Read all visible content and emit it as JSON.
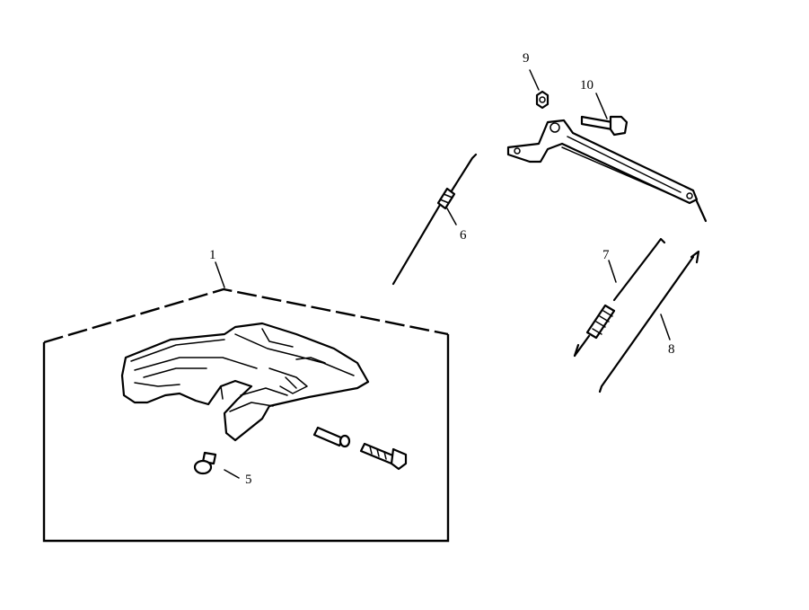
{
  "callouts": {
    "c1": "1",
    "c5": "5",
    "c6": "6",
    "c7": "7",
    "c8": "8",
    "c9": "9",
    "c10": "10"
  }
}
